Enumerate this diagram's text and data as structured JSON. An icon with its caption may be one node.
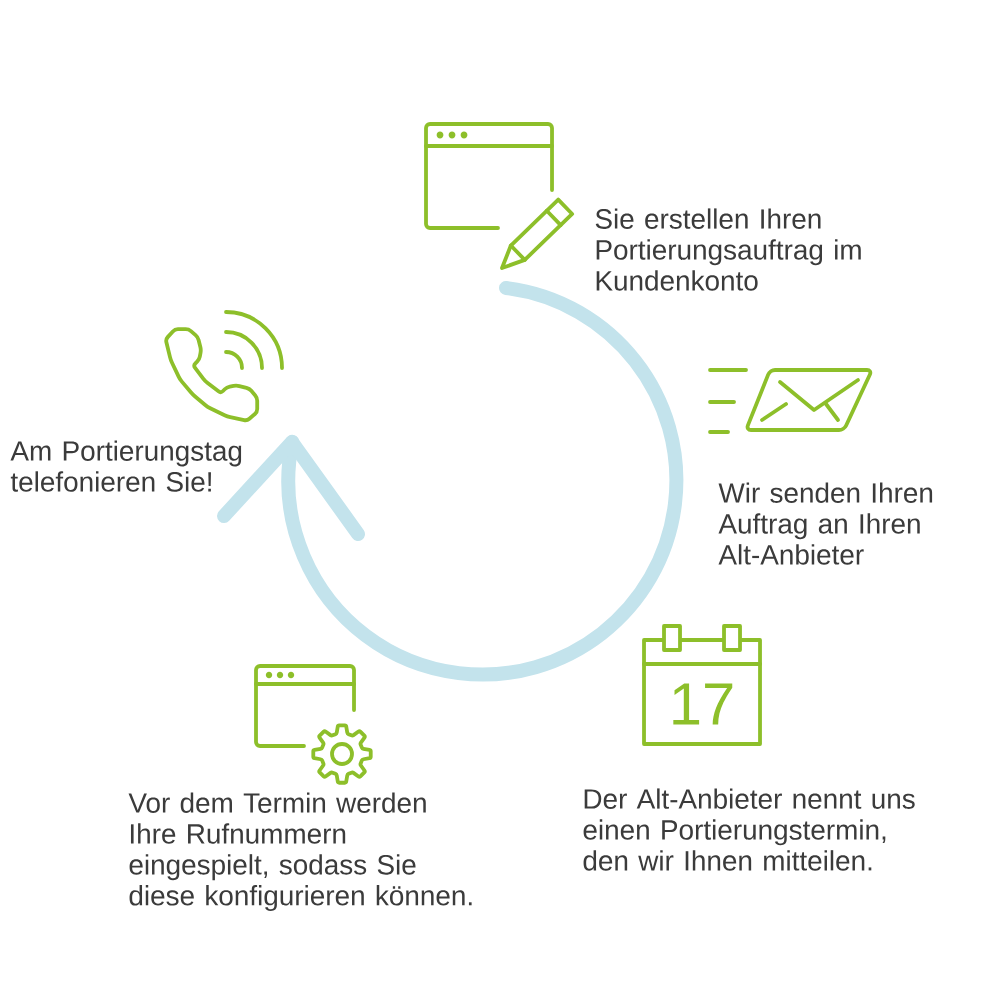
{
  "diagram": {
    "labels": [
      "Sie erstellen Ihren Portierungsauftrag im Kundenkonto",
      "Wir senden Ihren Auftrag an Ihren Alt-Anbieter",
      "17",
      "Der Alt-Anbieter nennt uns einen Portierungstermin, den wir Ihnen mitteilen.",
      "Vor dem Termin werden Ihre Rufnummern eingespielt, sodass Sie diese konfigurieren können.",
      "Am Portierungstag telefonieren Sie!"
    ]
  }
}
